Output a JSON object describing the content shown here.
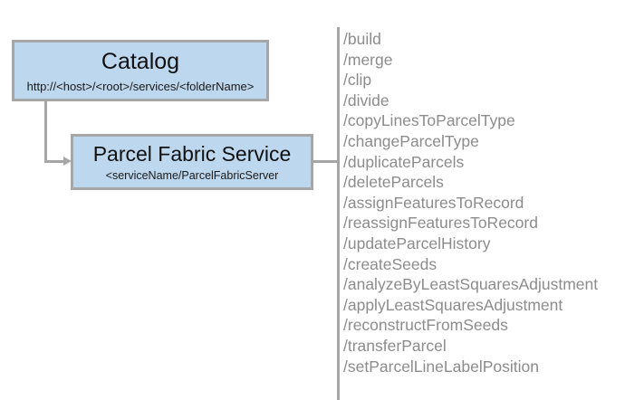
{
  "diagram": {
    "nodes": [
      {
        "id": "catalog",
        "title": "Catalog",
        "subtitle": "http://<host>/<root>/services/<folderName>"
      },
      {
        "id": "service",
        "title": "Parcel Fabric Service",
        "subtitle": "<serviceName/ParcelFabricServer"
      }
    ],
    "operations": [
      "/build",
      "/merge",
      "/clip",
      "/divide",
      "/copyLinesToParcelType",
      "/changeParcelType",
      "/duplicateParcels",
      "/deleteParcels",
      "/assignFeaturesToRecord",
      "/reassignFeaturesToRecord",
      "/updateParcelHistory",
      "/createSeeds",
      "/analyzeByLeastSquaresAdjustment",
      "/applyLeastSquaresAdjustment",
      "/reconstructFromSeeds",
      "/transferParcel",
      "/setParcelLineLabelPosition"
    ],
    "colors": {
      "node_fill": "#bdd7ee",
      "node_border": "#a6a6a6",
      "connector": "#a6a6a6",
      "operation_text": "#8c8c8c",
      "title_text": "#111111",
      "background": "#ffffff"
    }
  }
}
